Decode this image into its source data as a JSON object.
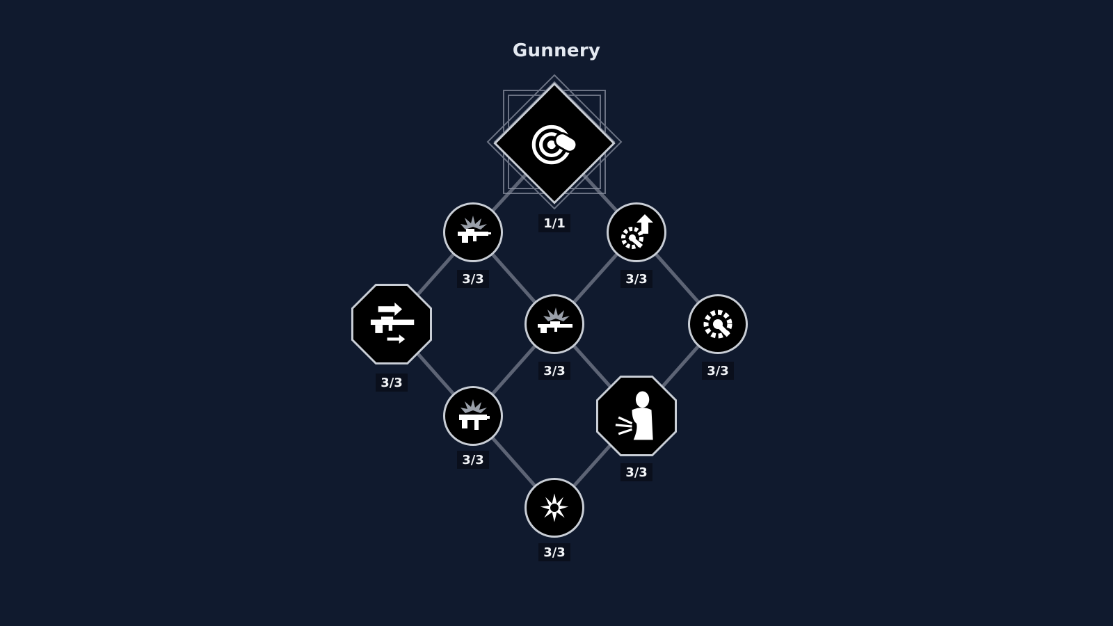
{
  "tree": {
    "title": "Gunnery",
    "nodes": [
      {
        "id": "capstone",
        "icon": "targeting-reticle-icon",
        "rank": "1/1"
      },
      {
        "id": "n-left-top",
        "icon": "rifle-burst-icon",
        "rank": "3/3"
      },
      {
        "id": "n-right-top",
        "icon": "gear-wrench-upgrade-icon",
        "rank": "3/3"
      },
      {
        "id": "n-far-left",
        "icon": "weapon-swap-arrows-icon",
        "rank": "3/3"
      },
      {
        "id": "n-center",
        "icon": "sniper-burst-icon",
        "rank": "3/3"
      },
      {
        "id": "n-far-right",
        "icon": "gear-wrench-icon",
        "rank": "3/3"
      },
      {
        "id": "n-left-bottom",
        "icon": "smg-burst-icon",
        "rank": "3/3"
      },
      {
        "id": "n-right-bottom",
        "icon": "body-impact-icon",
        "rank": "3/3"
      },
      {
        "id": "n-bottom",
        "icon": "starburst-icon",
        "rank": "3/3"
      }
    ]
  },
  "colors": {
    "background": "#101a2e",
    "node_fill": "#000000",
    "node_border": "#c9ced6",
    "connector": "#5d6475",
    "label_bg": "#0a0f1c",
    "text": "#f1f3f6"
  }
}
